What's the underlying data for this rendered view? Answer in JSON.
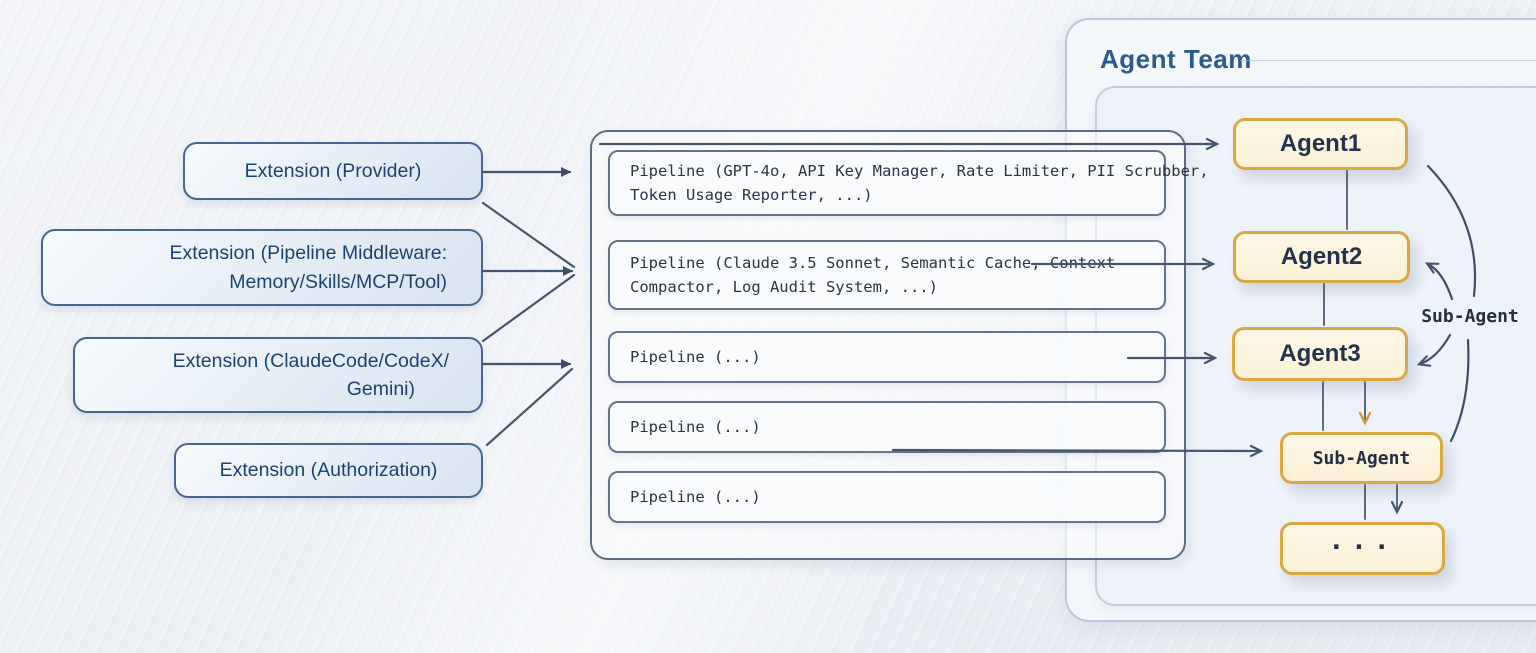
{
  "diagram": {
    "extensions": [
      {
        "lines": [
          "Extension (Provider)"
        ]
      },
      {
        "lines": [
          "Extension (Pipeline Middleware:",
          "Memory/Skills/MCP/Tool)"
        ]
      },
      {
        "lines": [
          "Extension (ClaudeCode/CodeX/",
          "Gemini)"
        ]
      },
      {
        "lines": [
          "Extension (Authorization)"
        ]
      }
    ],
    "pipelines": [
      {
        "lines": [
          "Pipeline (GPT-4o, API Key Manager, Rate Limiter, PII Scrubber,",
          "Token Usage Reporter, ...)"
        ]
      },
      {
        "lines": [
          "Pipeline (Claude 3.5 Sonnet, Semantic Cache, Context",
          "Compactor, Log Audit System, ...)"
        ]
      },
      {
        "lines": [
          "Pipeline (...)"
        ]
      },
      {
        "lines": [
          "Pipeline (...)"
        ]
      },
      {
        "lines": [
          "Pipeline (...)"
        ]
      }
    ],
    "agent_team": {
      "title": "Agent Team",
      "agents": [
        "Agent1",
        "Agent2",
        "Agent3"
      ],
      "sub_agent": "Sub-Agent",
      "more_agents": "...",
      "annotation": "Sub-Agent"
    },
    "colors": {
      "agent_box_border": "#d9a843",
      "agent_box_fill": "#fdf5e1",
      "extension_border": "#47658f",
      "extension_text": "#1d4272",
      "pipeline_ink": "#2b3442",
      "arrow_stroke": "#44566e",
      "title_text": "#2e5b8e"
    }
  }
}
